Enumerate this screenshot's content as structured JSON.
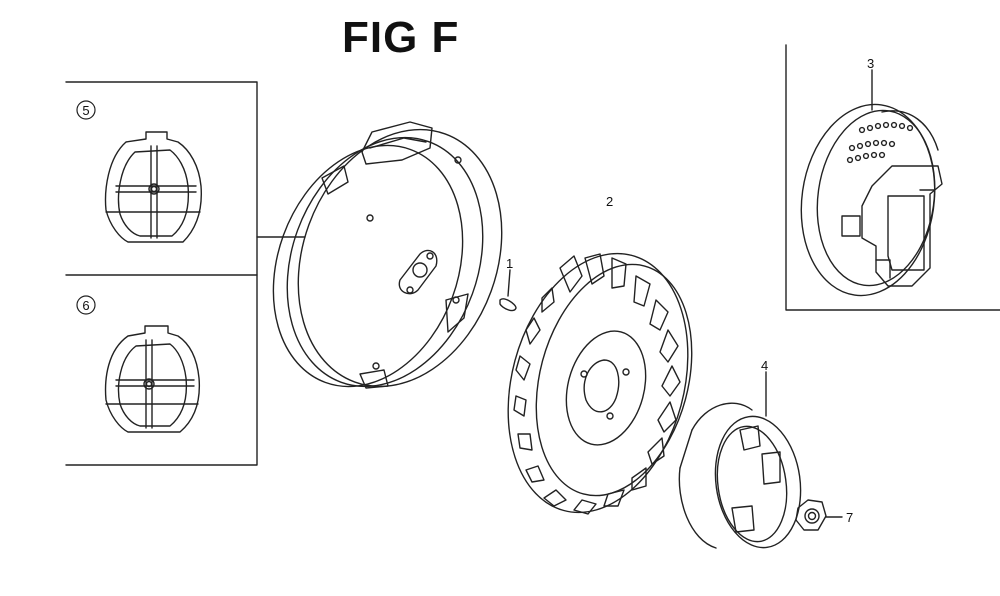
{
  "figure": {
    "title": "FIG F"
  },
  "callouts": {
    "c1": "1",
    "c2": "2",
    "c3": "3",
    "c4": "4",
    "c5": "5",
    "c6": "6",
    "c7": "7"
  },
  "colors": {
    "line": "#222222",
    "background": "#ffffff"
  }
}
